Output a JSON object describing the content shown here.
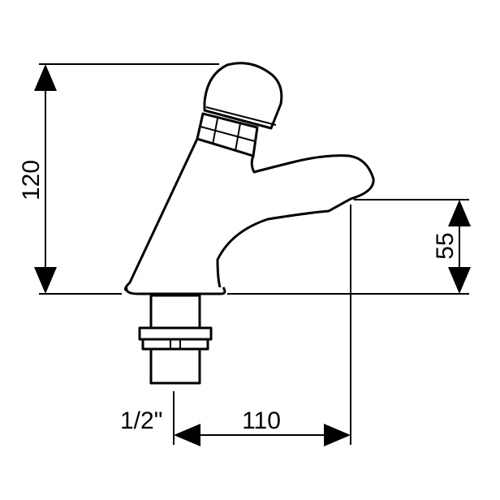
{
  "dimensions": {
    "height_total": "120",
    "spout_height": "55",
    "spout_reach": "110",
    "thread_size": "1/2\""
  },
  "colors": {
    "stroke": "#000000",
    "background": "#ffffff"
  }
}
